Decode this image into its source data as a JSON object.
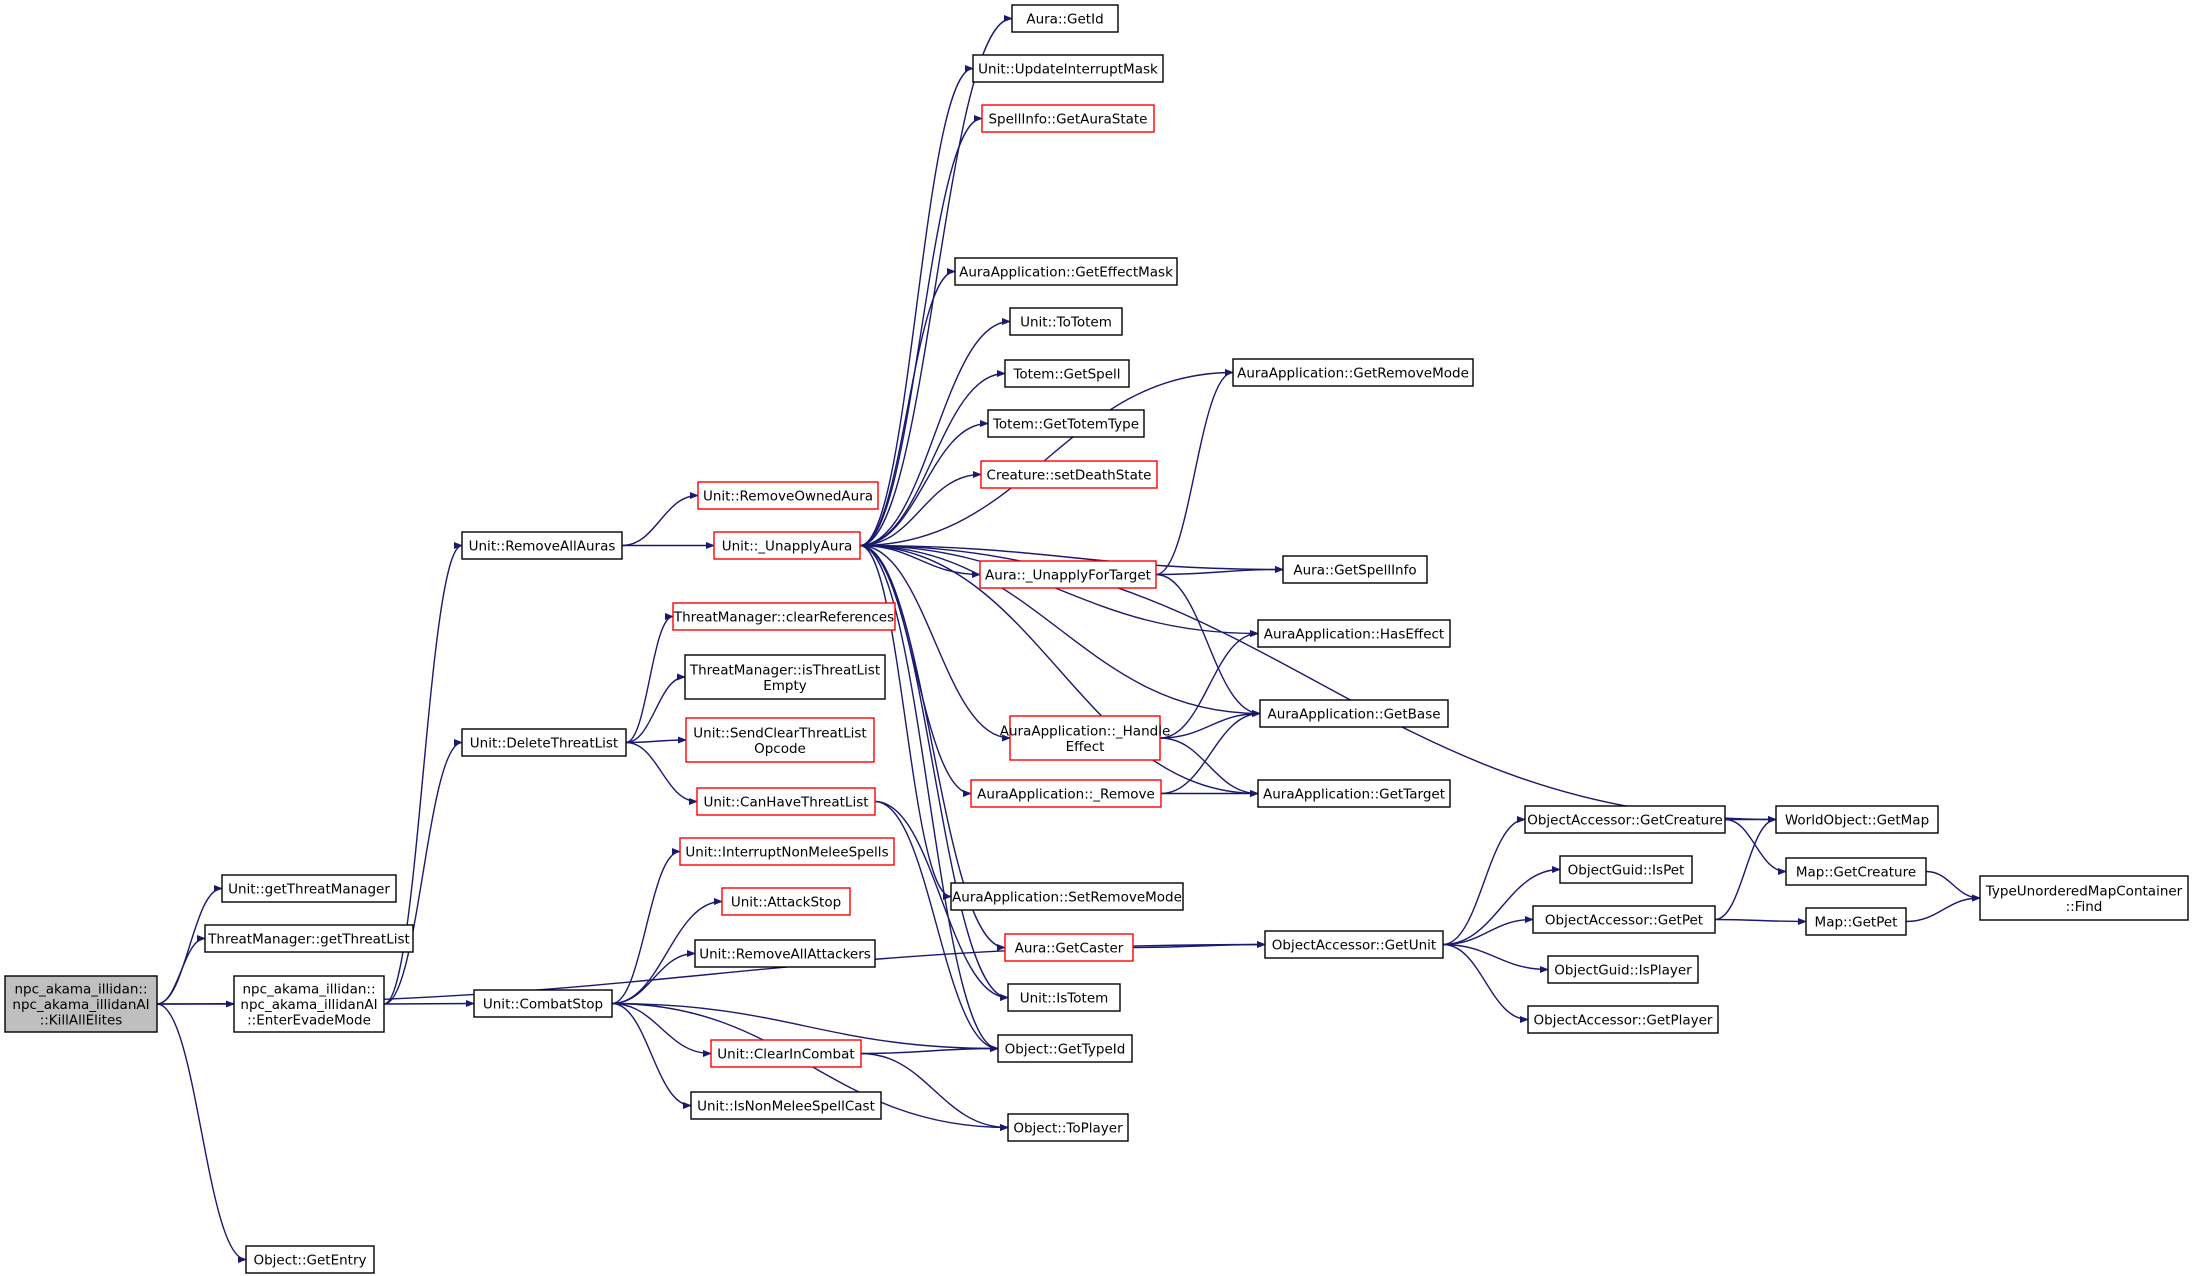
{
  "colors": {
    "edge": "#191970",
    "node_border": "#000000",
    "incomplete_border": "#ff0000",
    "root_fill": "#bfbfbf"
  },
  "nodes": {
    "root": {
      "label": [
        "npc_akama_illidan::",
        "npc_akama_illidanAI",
        "::KillAllElites"
      ],
      "kind": "root"
    },
    "getThreatManager": {
      "label": [
        "Unit::getThreatManager"
      ]
    },
    "getThreatList": {
      "label": [
        "ThreatManager::getThreatList"
      ]
    },
    "enterEvade": {
      "label": [
        "npc_akama_illidan::",
        "npc_akama_illidanAI",
        "::EnterEvadeMode"
      ]
    },
    "getEntry": {
      "label": [
        "Object::GetEntry"
      ]
    },
    "removeAllAuras": {
      "label": [
        "Unit::RemoveAllAuras"
      ]
    },
    "deleteThreatList": {
      "label": [
        "Unit::DeleteThreatList"
      ]
    },
    "combatStop": {
      "label": [
        "Unit::CombatStop"
      ]
    },
    "removeOwnedAura": {
      "label": [
        "Unit::RemoveOwnedAura"
      ],
      "kind": "red"
    },
    "unapplyAura": {
      "label": [
        "Unit::_UnapplyAura"
      ],
      "kind": "red"
    },
    "clearReferences": {
      "label": [
        "ThreatManager::clearReferences"
      ],
      "kind": "red"
    },
    "isThreatListEmpty": {
      "label": [
        "ThreatManager::isThreatList",
        "Empty"
      ]
    },
    "sendClearThreat": {
      "label": [
        "Unit::SendClearThreatList",
        "Opcode"
      ],
      "kind": "red"
    },
    "canHaveThreatList": {
      "label": [
        "Unit::CanHaveThreatList"
      ],
      "kind": "red"
    },
    "interruptNonMelee": {
      "label": [
        "Unit::InterruptNonMeleeSpells"
      ],
      "kind": "red"
    },
    "attackStop": {
      "label": [
        "Unit::AttackStop"
      ],
      "kind": "red"
    },
    "removeAllAttackers": {
      "label": [
        "Unit::RemoveAllAttackers"
      ]
    },
    "clearInCombat": {
      "label": [
        "Unit::ClearInCombat"
      ],
      "kind": "red"
    },
    "isNonMeleeSpellCast": {
      "label": [
        "Unit::IsNonMeleeSpellCast"
      ]
    },
    "auraGetId": {
      "label": [
        "Aura::GetId"
      ]
    },
    "updateInterruptMask": {
      "label": [
        "Unit::UpdateInterruptMask"
      ]
    },
    "getAuraState": {
      "label": [
        "SpellInfo::GetAuraState"
      ],
      "kind": "red"
    },
    "getEffectMask": {
      "label": [
        "AuraApplication::GetEffectMask"
      ]
    },
    "toTotem": {
      "label": [
        "Unit::ToTotem"
      ]
    },
    "totemGetSpell": {
      "label": [
        "Totem::GetSpell"
      ]
    },
    "getTotemType": {
      "label": [
        "Totem::GetTotemType"
      ]
    },
    "setDeathState": {
      "label": [
        "Creature::setDeathState"
      ],
      "kind": "red"
    },
    "unapplyForTarget": {
      "label": [
        "Aura::_UnapplyForTarget"
      ],
      "kind": "red"
    },
    "handleEffect": {
      "label": [
        "AuraApplication::_Handle",
        "Effect"
      ],
      "kind": "red"
    },
    "aaRemove": {
      "label": [
        "AuraApplication::_Remove"
      ],
      "kind": "red"
    },
    "setRemoveMode": {
      "label": [
        "AuraApplication::SetRemoveMode"
      ]
    },
    "getCaster": {
      "label": [
        "Aura::GetCaster"
      ],
      "kind": "red"
    },
    "isTotem": {
      "label": [
        "Unit::IsTotem"
      ]
    },
    "getTypeId": {
      "label": [
        "Object::GetTypeId"
      ]
    },
    "toPlayer": {
      "label": [
        "Object::ToPlayer"
      ]
    },
    "getRemoveMode": {
      "label": [
        "AuraApplication::GetRemoveMode"
      ]
    },
    "getSpellInfo": {
      "label": [
        "Aura::GetSpellInfo"
      ]
    },
    "hasEffect": {
      "label": [
        "AuraApplication::HasEffect"
      ]
    },
    "getBase": {
      "label": [
        "AuraApplication::GetBase"
      ]
    },
    "getTarget": {
      "label": [
        "AuraApplication::GetTarget"
      ]
    },
    "getUnit": {
      "label": [
        "ObjectAccessor::GetUnit"
      ]
    },
    "oaGetCreature": {
      "label": [
        "ObjectAccessor::GetCreature"
      ]
    },
    "isPet": {
      "label": [
        "ObjectGuid::IsPet"
      ]
    },
    "oaGetPet": {
      "label": [
        "ObjectAccessor::GetPet"
      ]
    },
    "isPlayer": {
      "label": [
        "ObjectGuid::IsPlayer"
      ]
    },
    "getPlayer": {
      "label": [
        "ObjectAccessor::GetPlayer"
      ]
    },
    "getMap": {
      "label": [
        "WorldObject::GetMap"
      ]
    },
    "mapGetCreature": {
      "label": [
        "Map::GetCreature"
      ]
    },
    "mapGetPet": {
      "label": [
        "Map::GetPet"
      ]
    },
    "find": {
      "label": [
        "TypeUnorderedMapContainer",
        "::Find"
      ]
    }
  },
  "edges": [
    [
      "root",
      "getThreatManager"
    ],
    [
      "root",
      "getThreatList"
    ],
    [
      "root",
      "enterEvade"
    ],
    [
      "root",
      "getEntry"
    ],
    [
      "root",
      "getUnit"
    ],
    [
      "enterEvade",
      "removeAllAuras"
    ],
    [
      "enterEvade",
      "deleteThreatList"
    ],
    [
      "enterEvade",
      "combatStop"
    ],
    [
      "removeAllAuras",
      "removeOwnedAura"
    ],
    [
      "removeAllAuras",
      "unapplyAura"
    ],
    [
      "deleteThreatList",
      "clearReferences"
    ],
    [
      "deleteThreatList",
      "isThreatListEmpty"
    ],
    [
      "deleteThreatList",
      "sendClearThreat"
    ],
    [
      "deleteThreatList",
      "canHaveThreatList"
    ],
    [
      "canHaveThreatList",
      "isTotem"
    ],
    [
      "canHaveThreatList",
      "getTypeId"
    ],
    [
      "combatStop",
      "interruptNonMelee"
    ],
    [
      "combatStop",
      "attackStop"
    ],
    [
      "combatStop",
      "removeAllAttackers"
    ],
    [
      "combatStop",
      "clearInCombat"
    ],
    [
      "combatStop",
      "isNonMeleeSpellCast"
    ],
    [
      "combatStop",
      "getTypeId"
    ],
    [
      "combatStop",
      "toPlayer"
    ],
    [
      "clearInCombat",
      "getTypeId"
    ],
    [
      "clearInCombat",
      "toPlayer"
    ],
    [
      "unapplyAura",
      "auraGetId"
    ],
    [
      "unapplyAura",
      "updateInterruptMask"
    ],
    [
      "unapplyAura",
      "getAuraState"
    ],
    [
      "unapplyAura",
      "getMap"
    ],
    [
      "unapplyAura",
      "getRemoveMode"
    ],
    [
      "unapplyAura",
      "getEffectMask"
    ],
    [
      "unapplyAura",
      "toTotem"
    ],
    [
      "unapplyAura",
      "totemGetSpell"
    ],
    [
      "unapplyAura",
      "getTotemType"
    ],
    [
      "unapplyAura",
      "setDeathState"
    ],
    [
      "unapplyAura",
      "getSpellInfo"
    ],
    [
      "unapplyAura",
      "unapplyForTarget"
    ],
    [
      "unapplyAura",
      "hasEffect"
    ],
    [
      "unapplyAura",
      "getBase"
    ],
    [
      "unapplyAura",
      "handleEffect"
    ],
    [
      "unapplyAura",
      "aaRemove"
    ],
    [
      "unapplyAura",
      "getTarget"
    ],
    [
      "unapplyAura",
      "setRemoveMode"
    ],
    [
      "unapplyAura",
      "getCaster"
    ],
    [
      "unapplyAura",
      "isTotem"
    ],
    [
      "unapplyAura",
      "getTypeId"
    ],
    [
      "unapplyForTarget",
      "getRemoveMode"
    ],
    [
      "unapplyForTarget",
      "getSpellInfo"
    ],
    [
      "unapplyForTarget",
      "getBase"
    ],
    [
      "handleEffect",
      "hasEffect"
    ],
    [
      "handleEffect",
      "getBase"
    ],
    [
      "handleEffect",
      "getTarget"
    ],
    [
      "aaRemove",
      "getBase"
    ],
    [
      "aaRemove",
      "getTarget"
    ],
    [
      "getCaster",
      "getUnit"
    ],
    [
      "getUnit",
      "oaGetCreature"
    ],
    [
      "getUnit",
      "isPet"
    ],
    [
      "getUnit",
      "oaGetPet"
    ],
    [
      "getUnit",
      "isPlayer"
    ],
    [
      "getUnit",
      "getPlayer"
    ],
    [
      "oaGetCreature",
      "getMap"
    ],
    [
      "oaGetCreature",
      "mapGetCreature"
    ],
    [
      "oaGetPet",
      "getMap"
    ],
    [
      "oaGetPet",
      "mapGetPet"
    ],
    [
      "mapGetCreature",
      "find"
    ],
    [
      "mapGetPet",
      "find"
    ]
  ]
}
